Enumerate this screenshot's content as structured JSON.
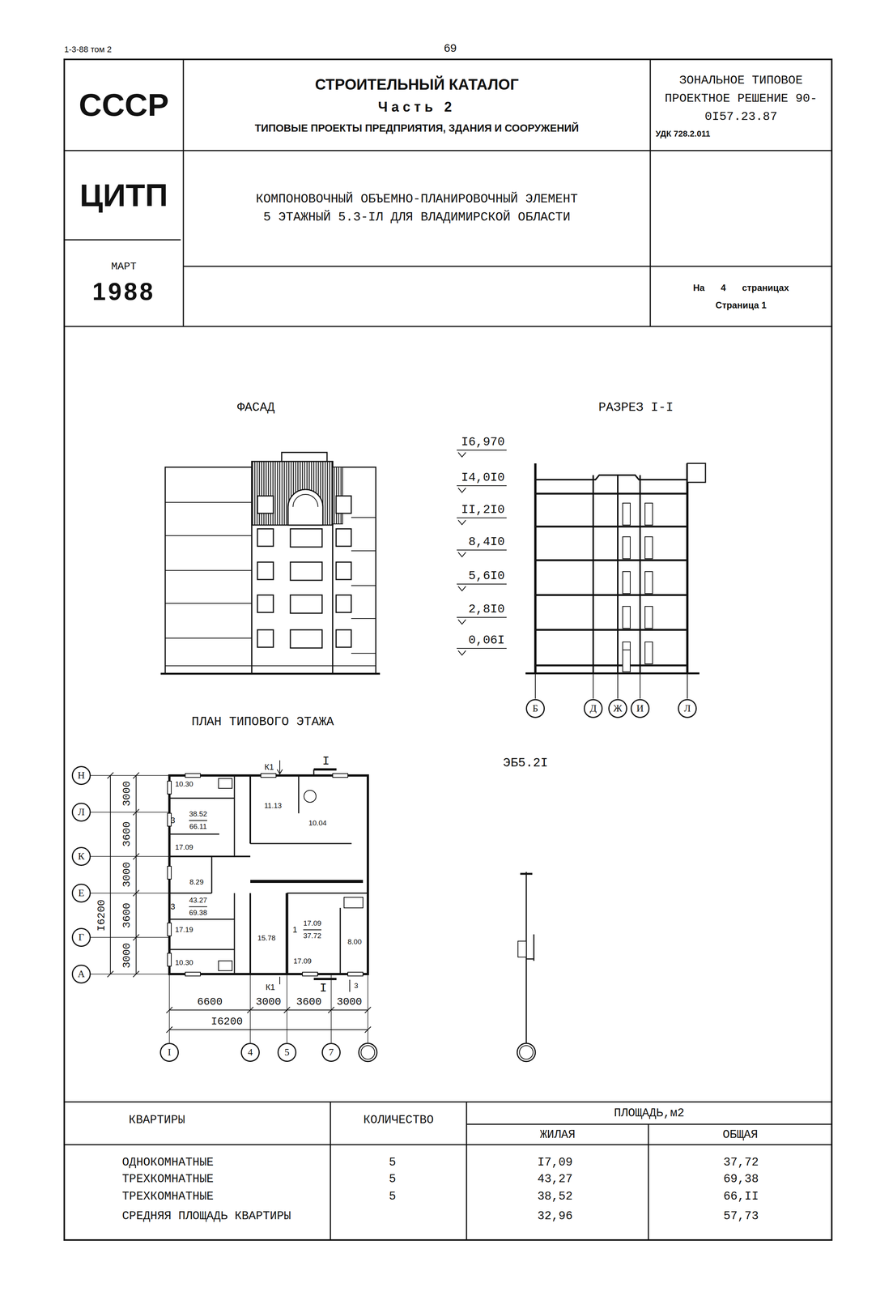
{
  "diagram": {
    "nodes": [
      {
        "text": [
          "СССР"
        ]
      },
      {
        "text": [
          "СТРОИТЕЛЬНЫЙ КАТАЛОГ",
          "Часть 2",
          "ТИПОВЫЕ ПРОЕКТЫ ПРЕДПРИЯТИЯ, ЗДАНИЯ И СООРУЖЕНИЙ"
        ]
      },
      {
        "text": [
          "ЗОНАЛЬНОЕ ТИПОВОЕ ПРОЕКТНОЕ РЕШЕНИЕ 90-0I57.23.87",
          "УДК 728.2.011"
        ]
      },
      {
        "text": [
          "ЦИТП"
        ]
      },
      {
        "text": [
          "КОМПОНОВОЧНЫЙ ОБЪЕМНО-ПЛАНИРОВОЧНЫЙ ЭЛЕМЕНТ 5 ЭТАЖНЫЙ 5.3-IЛ ДЛЯ ВЛАДИМИРСКОЙ ОБЛАСТИ"
        ]
      },
      {
        "text": [
          "МАРТ",
          "1988"
        ]
      },
      {
        "text": [
          "На 4 страницах",
          "Страница 1"
        ]
      },
      {
        "text": [
          "Б"
        ]
      },
      {
        "text": [
          "Д"
        ]
      },
      {
        "text": [
          "Ж"
        ]
      },
      {
        "text": [
          "И"
        ]
      },
      {
        "text": [
          "Л"
        ]
      },
      {
        "text": [
          "Н"
        ]
      },
      {
        "text": [
          "Л"
        ]
      },
      {
        "text": [
          "К"
        ]
      },
      {
        "text": [
          "Е"
        ]
      },
      {
        "text": [
          "Г"
        ]
      },
      {
        "text": [
          "А"
        ]
      },
      {
        "text": [
          "I"
        ]
      },
      {
        "text": [
          "4"
        ]
      },
      {
        "text": [
          "5"
        ]
      },
      {
        "text": [
          "7"
        ]
      }
    ],
    "labels": [
      "1-3-88 том 2",
      "69",
      "ФАСАД",
      "РАЗРЕЗ I-I",
      "I6,970",
      "I4,0I0",
      "II,2I0",
      "8,4I0",
      "5,6I0",
      "2,8I0",
      "0,06I",
      "ПЛАН ТИПОВОГО ЭТАЖА",
      "ЭБ5.2I",
      "10.30",
      "3",
      "38.52",
      "66.11",
      "17.09",
      "11.13",
      "10.04",
      "8.29",
      "3",
      "43.27",
      "69.38",
      "17.19",
      "10.30",
      "15.78",
      "1",
      "17.09",
      "37.72",
      "17.09",
      "8.00",
      "К1",
      "I",
      "К1",
      "I",
      "3",
      "3000",
      "3600",
      "3000",
      "3600",
      "3000",
      "I6200",
      "6600",
      "3000",
      "3600",
      "3000",
      "I6200",
      "КВАРТИРЫ",
      "КОЛИЧЕСТВО",
      "ПЛОЩАДЬ,м2",
      "ЖИЛАЯ",
      "ОБЩАЯ",
      "ОДНОКОМНАТНЫЕ",
      "5",
      "I7,09",
      "37,72",
      "ТРЕХКОМНАТНЫЕ",
      "5",
      "43,27",
      "69,38",
      "ТРЕХКОМНАТНЫЕ",
      "5",
      "38,52",
      "66,II",
      "СРЕДНЯЯ ПЛОЩАДЬ КВАРТИРЫ",
      "32,96",
      "57,73"
    ]
  }
}
